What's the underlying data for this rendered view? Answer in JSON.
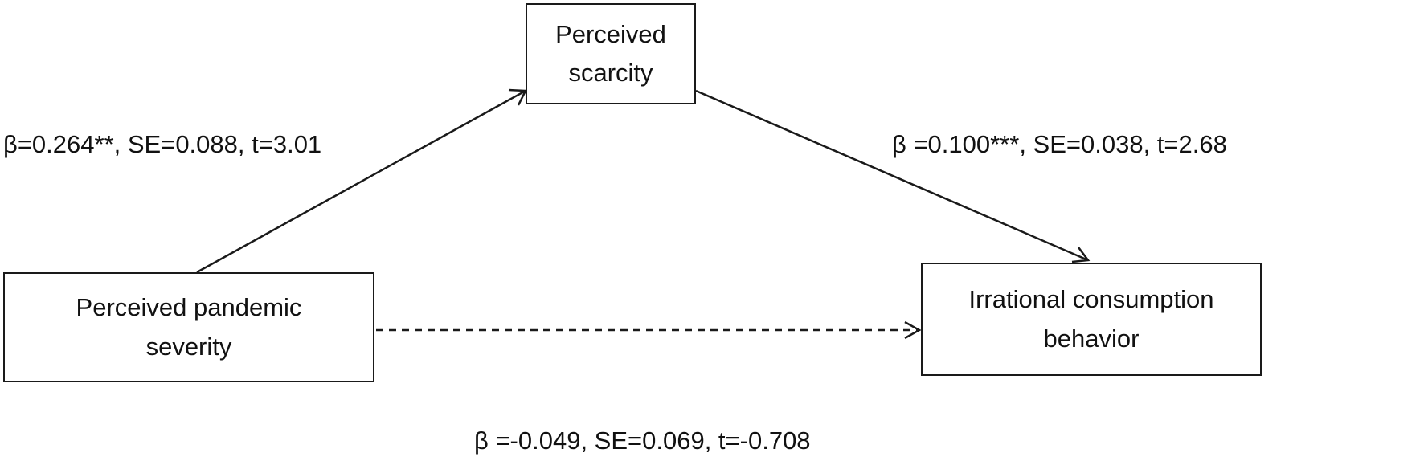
{
  "nodes": {
    "mediator": {
      "label": "Perceived\nscarcity"
    },
    "independent": {
      "label": "Perceived pandemic\nseverity"
    },
    "dependent": {
      "label": "Irrational consumption\nbehavior"
    }
  },
  "edges": [
    {
      "id": "a",
      "from": "independent",
      "to": "mediator",
      "style": "solid",
      "label": "β=0.264**, SE=0.088, t=3.01"
    },
    {
      "id": "b",
      "from": "mediator",
      "to": "dependent",
      "style": "solid",
      "label": "β =0.100***, SE=0.038, t=2.68"
    },
    {
      "id": "c",
      "from": "independent",
      "to": "dependent",
      "style": "dashed",
      "label": "β =-0.049, SE=0.069, t=-0.708"
    }
  ]
}
